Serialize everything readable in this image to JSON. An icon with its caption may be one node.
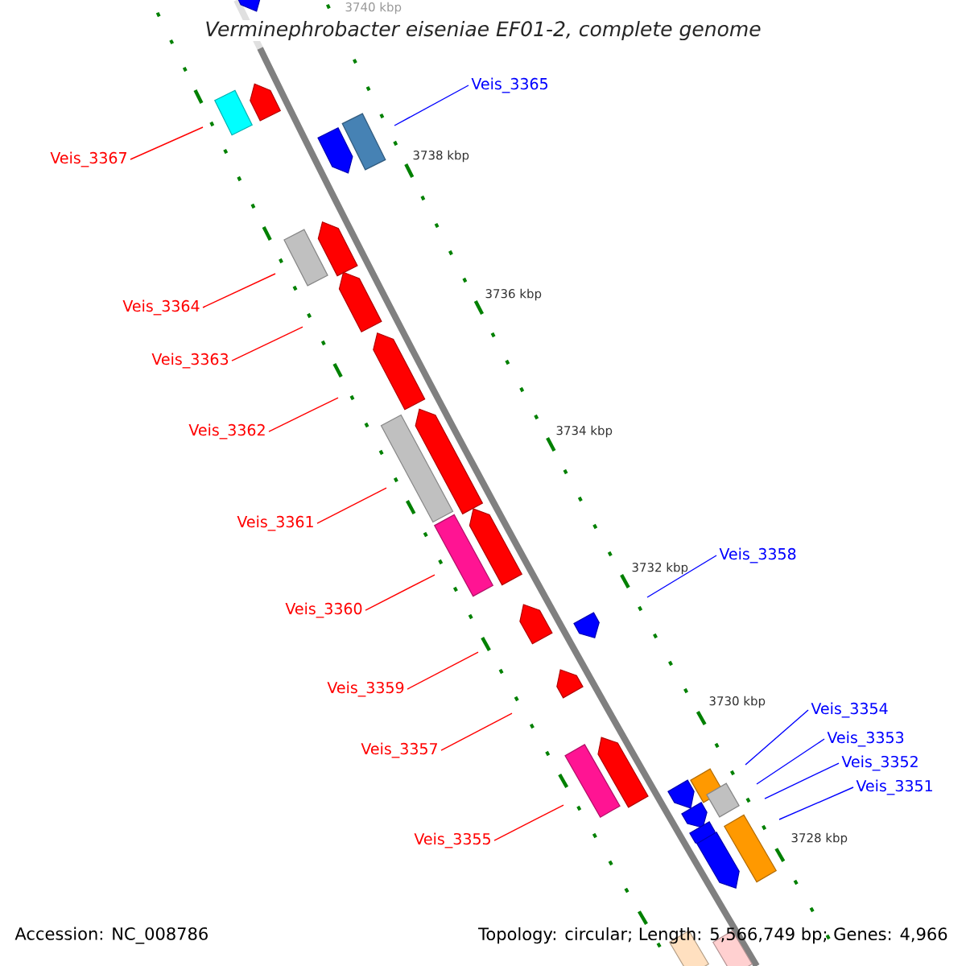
{
  "diagram": {
    "title": "Verminephrobacter eiseniae EF01-2, complete genome",
    "nodes": [
      {
        "text": [
          "Veis_3365"
        ]
      },
      {
        "text": [
          "Veis_3367"
        ]
      },
      {
        "text": [
          "Veis_3364"
        ]
      },
      {
        "text": [
          "Veis_3363"
        ]
      },
      {
        "text": [
          "Veis_3362"
        ]
      },
      {
        "text": [
          "Veis_3361"
        ]
      },
      {
        "text": [
          "Veis_3358"
        ]
      },
      {
        "text": [
          "Veis_3360"
        ]
      },
      {
        "text": [
          "Veis_3359"
        ]
      },
      {
        "text": [
          "Veis_3354"
        ]
      },
      {
        "text": [
          "Veis_3353"
        ]
      },
      {
        "text": [
          "Veis_3357"
        ]
      },
      {
        "text": [
          "Veis_3352"
        ]
      },
      {
        "text": [
          "Veis_3351"
        ]
      },
      {
        "text": [
          "Veis_3355"
        ]
      }
    ],
    "edges": [
      {
        "from": 0,
        "to": null,
        "arrow": "none",
        "color": "#0000ff"
      },
      {
        "from": 1,
        "to": null,
        "arrow": "none"
      },
      {
        "from": 2,
        "to": null,
        "arrow": "none"
      },
      {
        "from": 3,
        "to": null,
        "arrow": "none"
      },
      {
        "from": 4,
        "to": null,
        "arrow": "none"
      },
      {
        "from": 5,
        "to": null,
        "arrow": "none"
      },
      {
        "from": 6,
        "to": null,
        "arrow": "none",
        "color": "#0000ff"
      },
      {
        "from": 7,
        "to": null,
        "arrow": "none"
      },
      {
        "from": 8,
        "to": null,
        "arrow": "none"
      },
      {
        "from": 9,
        "to": null,
        "arrow": "none",
        "color": "#0000ff"
      },
      {
        "from": 10,
        "to": null,
        "arrow": "none",
        "color": "#0000ff"
      },
      {
        "from": 11,
        "to": null,
        "arrow": "none"
      },
      {
        "from": 12,
        "to": null,
        "arrow": "none",
        "color": "#0000ff"
      },
      {
        "from": 13,
        "to": null,
        "arrow": "none",
        "color": "#0000ff"
      },
      {
        "from": 14,
        "to": null,
        "arrow": "none"
      }
    ],
    "labels": [
      "3740 kbp",
      "3738 kbp",
      "3736 kbp",
      "3734 kbp",
      "3732 kbp",
      "3730 kbp",
      "3728 kbp",
      "Accession: NC_008786",
      "Topology: circular; Length: 5,566,749 bp; Genes: 4,966"
    ]
  }
}
